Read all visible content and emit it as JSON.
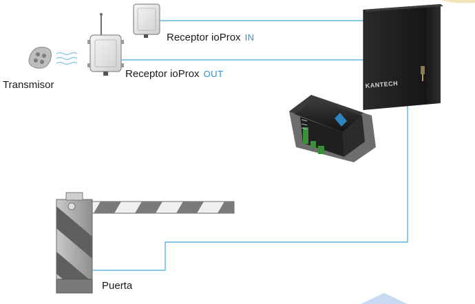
{
  "labels": {
    "receiver_in": {
      "name": "Receptor ioProx",
      "tag": "IN"
    },
    "receiver_out": {
      "name": "Receptor ioProx",
      "tag": "OUT"
    },
    "transmitter": "Transmisor",
    "gate": "Puerta"
  },
  "brand_text": "KANTECH",
  "colors": {
    "wire": "#3aa7d8",
    "tag": "#2a8fd0",
    "cabinet": "#1b1b1b",
    "stripe": "#666666"
  },
  "icons": {
    "transmitter": "keyfob-remote-icon",
    "receiver": "wireless-receiver-icon",
    "controller": "access-controller-icon",
    "cabinet": "control-panel-enclosure-icon",
    "barrier": "boom-barrier-icon"
  }
}
